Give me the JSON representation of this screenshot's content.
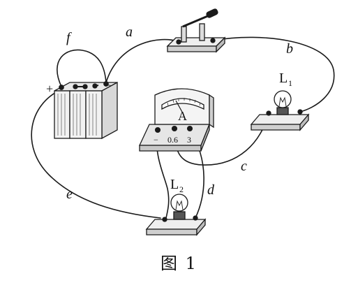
{
  "wire_labels": {
    "a": "a",
    "b": "b",
    "c": "c",
    "d": "d",
    "e": "e",
    "f": "f"
  },
  "battery": {
    "plus": "+",
    "minus": "−"
  },
  "ammeter": {
    "letter": "A",
    "term_minus": "−",
    "term_06": "0.6",
    "term_3": "3"
  },
  "lamp1": {
    "base": "L",
    "sub": "1"
  },
  "lamp2": {
    "base": "L",
    "sub": "2"
  },
  "caption": "图 1"
}
